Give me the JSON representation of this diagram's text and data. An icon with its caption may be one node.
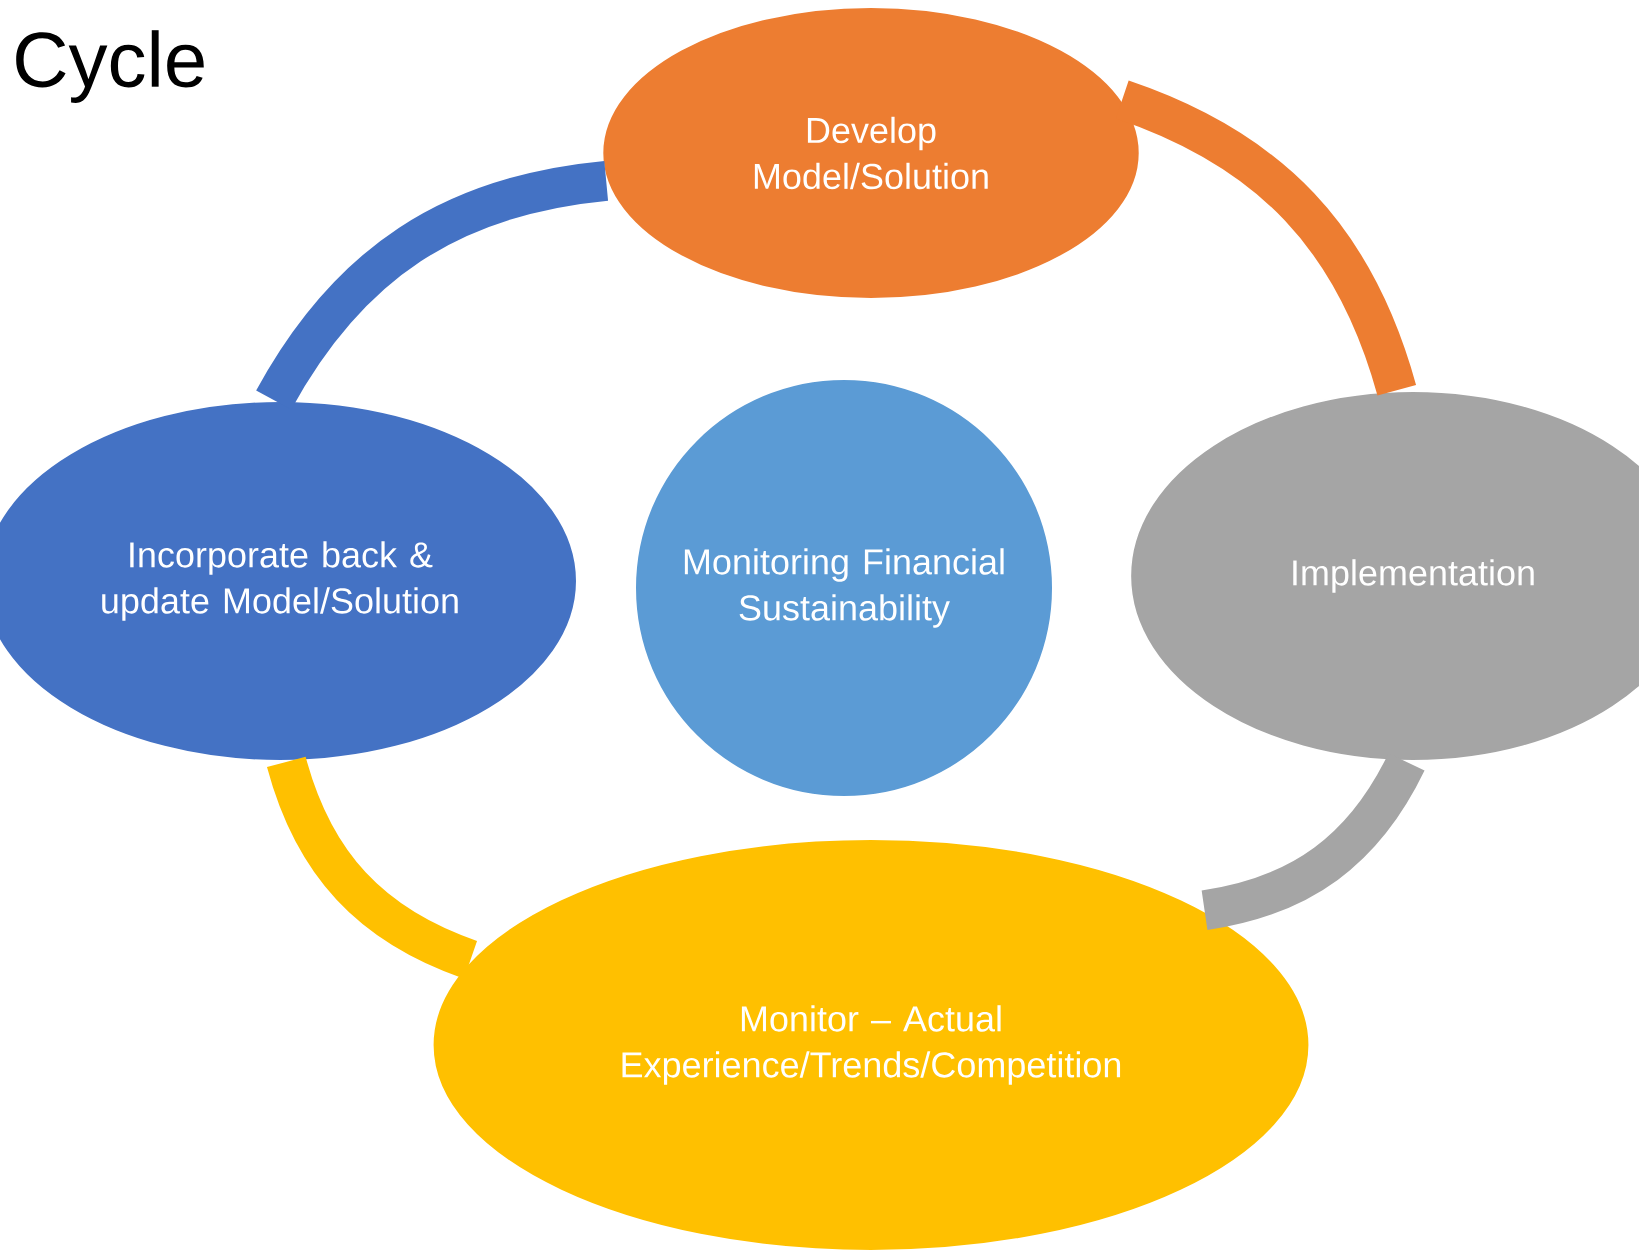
{
  "diagram": {
    "title": "Cycle",
    "nodes": [
      {
        "text": [
          "Develop Model/Solution"
        ]
      },
      {
        "text": [
          "Implementation"
        ]
      },
      {
        "text": [
          "Monitor – Actual Experience/Trends/Competition"
        ]
      },
      {
        "text": [
          "Incorporate back & update Model/Solution"
        ]
      },
      {
        "text": [
          "Monitoring Financial Sustainability"
        ]
      }
    ],
    "edges": [
      {
        "from": 0,
        "to": 1,
        "arrow": "none",
        "color": "#ed7d31"
      },
      {
        "from": 1,
        "to": 2,
        "arrow": "none",
        "color": "#a5a5a5"
      },
      {
        "from": 2,
        "to": 3,
        "arrow": "none",
        "color": "#ffc000"
      },
      {
        "from": 3,
        "to": 0,
        "arrow": "none",
        "color": "#4472c4"
      }
    ]
  }
}
